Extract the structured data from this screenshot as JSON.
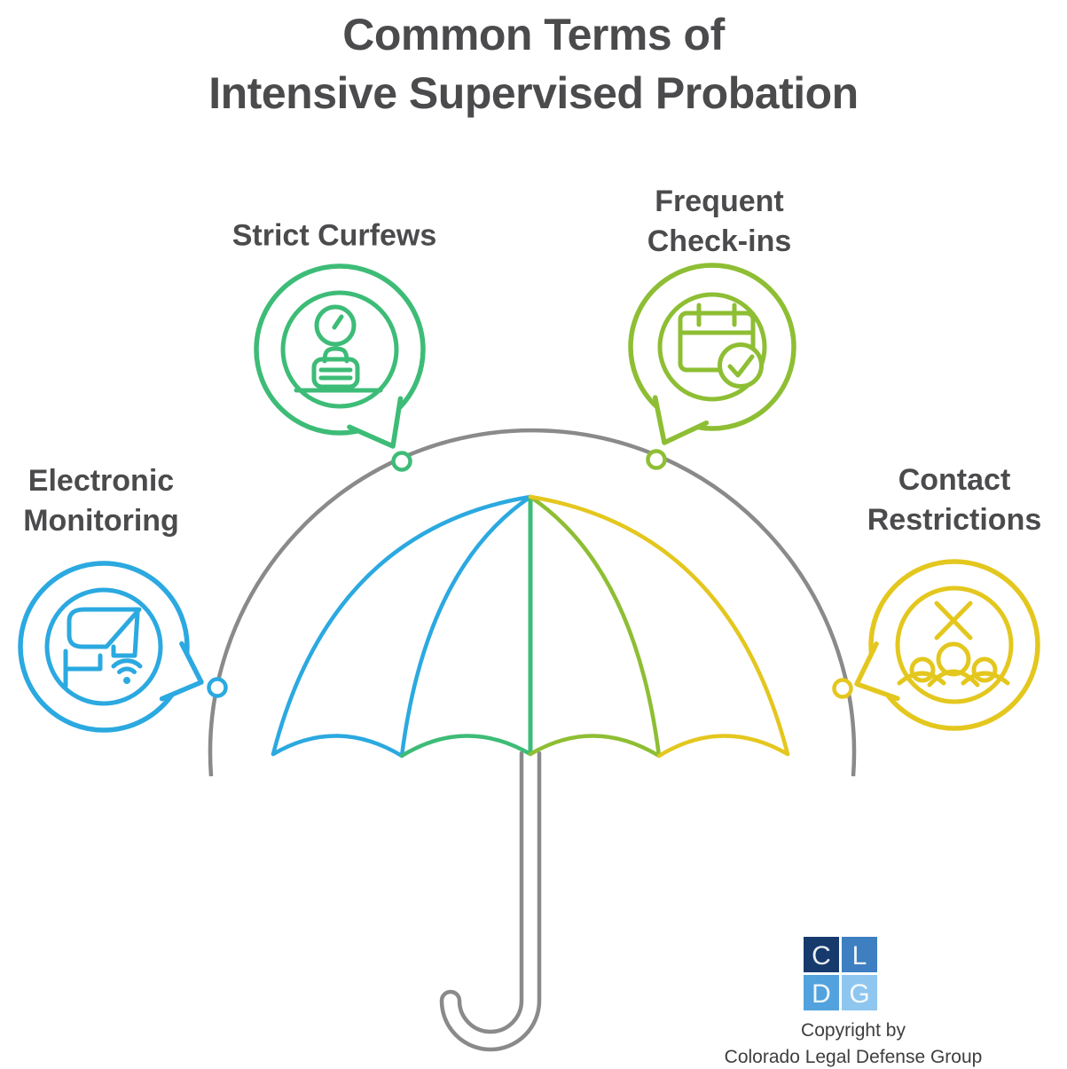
{
  "title": {
    "line1": "Common Terms of",
    "line2": "Intensive Supervised Probation",
    "text_color": "#4b4b4d"
  },
  "terms": [
    {
      "id": "strict-curfews",
      "label_lines": [
        "Strict Curfews"
      ],
      "color": "#3dbc77",
      "icon": "desk-clock-icon"
    },
    {
      "id": "frequent-check-ins",
      "label_lines": [
        "Frequent",
        "Check-ins"
      ],
      "color": "#8ebe33",
      "icon": "calendar-check-icon"
    },
    {
      "id": "electronic-monitoring",
      "label_lines": [
        "Electronic",
        "Monitoring"
      ],
      "color": "#2ba9e0",
      "icon": "cctv-camera-icon"
    },
    {
      "id": "contact-restrictions",
      "label_lines": [
        "Contact",
        "Restrictions"
      ],
      "color": "#e4c71e",
      "icon": "no-contact-icon"
    }
  ],
  "umbrella": {
    "frame_color": "#8a8a8a"
  },
  "logo": {
    "squares": [
      {
        "letter": "C",
        "color": "#173a6d"
      },
      {
        "letter": "L",
        "color": "#3d7fc1"
      },
      {
        "letter": "D",
        "color": "#52a2de"
      },
      {
        "letter": "G",
        "color": "#8ec6ef"
      }
    ],
    "letter_color": "#ffffff"
  },
  "copyright": {
    "line1": "Copyright by",
    "line2": "Colorado Legal Defense Group"
  }
}
